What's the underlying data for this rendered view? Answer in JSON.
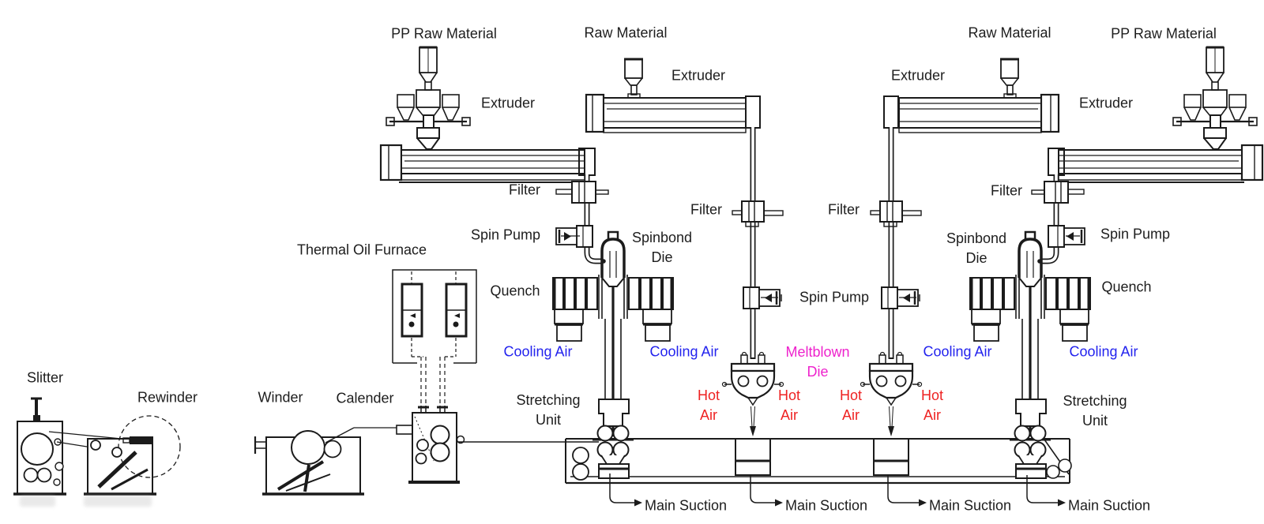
{
  "colors": {
    "line": "#1b1b1b",
    "label": "#1d1d1d",
    "cooling_air_blue": "#2323ee",
    "hot_air_red": "#ee2222",
    "meltblown_magenta": "#ee22cc"
  },
  "strings": {
    "pp_raw_material": "PP Raw Material",
    "raw_material": "Raw Material",
    "extruder": "Extruder",
    "filter": "Filter",
    "spin_pump": "Spin Pump",
    "spinbond_die": "Spinbond Die",
    "quench": "Quench",
    "cooling_air": "Cooling Air",
    "meltblown_die": "Meltblown Die",
    "hot_air": "Hot Air",
    "stretching_unit": "Stretching Unit",
    "main_suction": "Main Suction",
    "thermal_oil_furnace": "Thermal Oil Furnace",
    "winder": "Winder",
    "calender": "Calender",
    "rewinder": "Rewinder",
    "slitter": "Slitter"
  }
}
